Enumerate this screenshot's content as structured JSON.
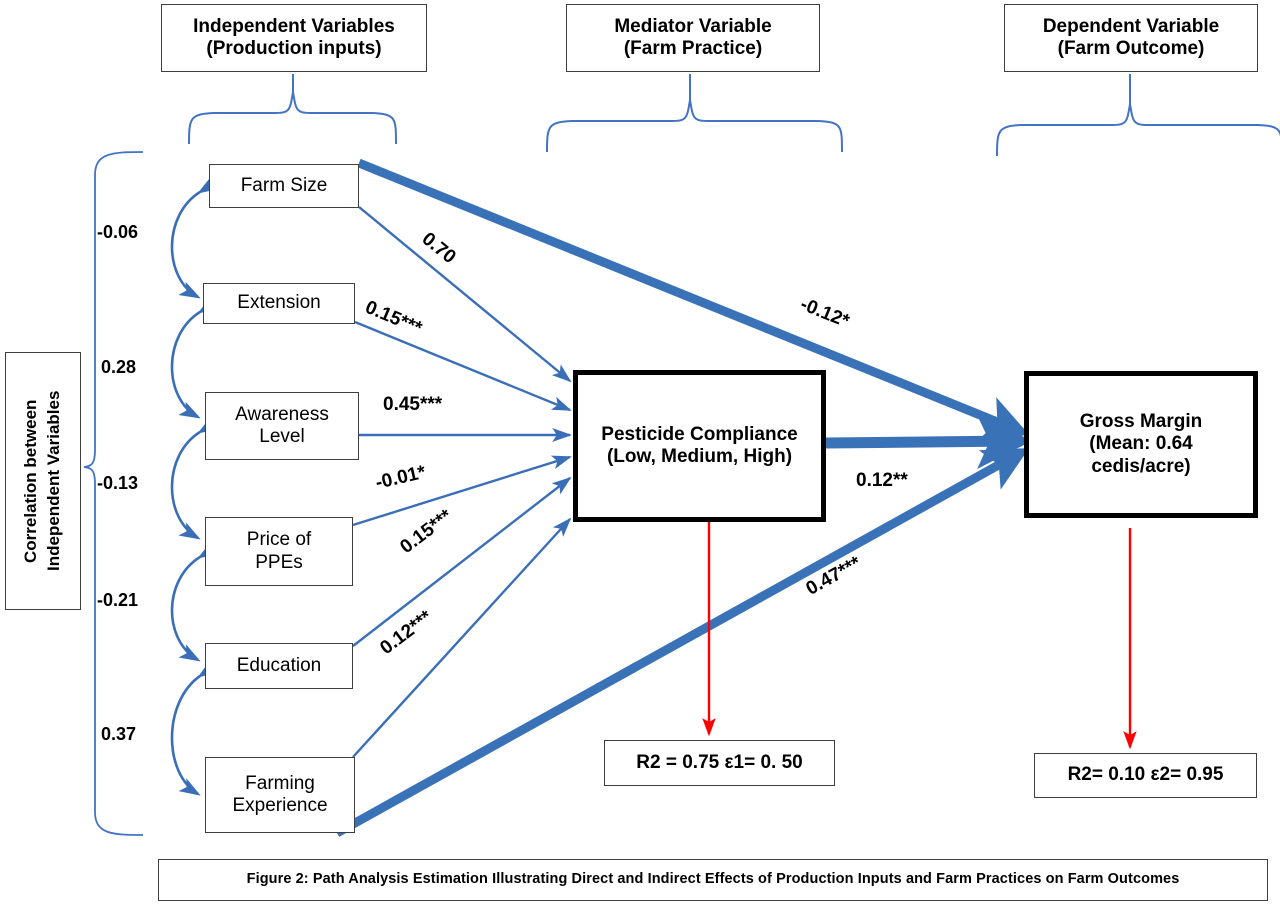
{
  "figure": {
    "caption": "Figure 2: Path Analysis Estimation Illustrating Direct and Indirect Effects of Production Inputs and Farm Practices on Farm Outcomes"
  },
  "colors": {
    "path_arrow": "#3a6fb7",
    "thick_arrow": "#3a72b8",
    "brace": "#4472c4",
    "error_arrow": "#ff0000",
    "box_border": "#3f3f3f",
    "heavy_border": "#000000",
    "text": "#000000",
    "background": "#ffffff"
  },
  "headers": [
    {
      "line1": "Independent Variables",
      "line2": "(Production inputs)"
    },
    {
      "line1": "Mediator Variable",
      "line2": "(Farm Practice)"
    },
    {
      "line1": "Dependent Variable",
      "line2": "(Farm Outcome)"
    }
  ],
  "sidebar": {
    "label_line1": "Correlation between",
    "label_line2": "Independent Variables",
    "correlations": [
      {
        "value": "-0.06",
        "between": "Farm Size ↔ Extension"
      },
      {
        "value": "0.28",
        "between": "Extension ↔ Awareness Level"
      },
      {
        "value": "-0.13",
        "between": "Awareness Level ↔ Price of PPEs"
      },
      {
        "value": "-0.21",
        "between": "Price of PPEs ↔ Education"
      },
      {
        "value": "0.37",
        "between": "Education ↔ Farming Experience"
      }
    ]
  },
  "independent_variables": [
    {
      "label": "Farm Size"
    },
    {
      "label": "Extension"
    },
    {
      "line1": "Awareness",
      "line2": "Level",
      "label": "Awareness Level"
    },
    {
      "line1": "Price of",
      "line2": "PPEs",
      "label": "Price of PPEs"
    },
    {
      "label": "Education"
    },
    {
      "line1": "Farming",
      "line2": "Experience",
      "label": "Farming Experience"
    }
  ],
  "mediator": {
    "line1": "Pesticide Compliance",
    "line2": "(Low, Medium, High)"
  },
  "dependent": {
    "line1": "Gross Margin",
    "line2": "(Mean: 0.64",
    "line3": "cedis/acre)"
  },
  "paths": {
    "to_mediator": [
      {
        "from": "Farm Size",
        "to": "Pesticide Compliance",
        "coef": "0.70"
      },
      {
        "from": "Extension",
        "to": "Pesticide Compliance",
        "coef": "0.15***"
      },
      {
        "from": "Awareness Level",
        "to": "Pesticide Compliance",
        "coef": "0.45***"
      },
      {
        "from": "Price of PPEs",
        "to": "Pesticide Compliance",
        "coef": "-0.01*"
      },
      {
        "from": "Education",
        "to": "Pesticide Compliance",
        "coef": "0.15***"
      },
      {
        "from": "Farming Experience",
        "to": "Pesticide Compliance",
        "coef": "0.12***"
      }
    ],
    "to_outcome": [
      {
        "from": "Farm Size",
        "to": "Gross Margin",
        "coef": "-0.12*"
      },
      {
        "from": "Pesticide Compliance",
        "to": "Gross Margin",
        "coef": "0.12**"
      },
      {
        "from": "Farming Experience",
        "to": "Gross Margin",
        "coef": "0.47***"
      }
    ]
  },
  "fit_statistics": [
    {
      "text": "R2 = 0.75   ε1= 0. 50",
      "for": "Pesticide Compliance"
    },
    {
      "text": "R2= 0.10   ε2= 0.95",
      "for": "Gross Margin"
    }
  ]
}
